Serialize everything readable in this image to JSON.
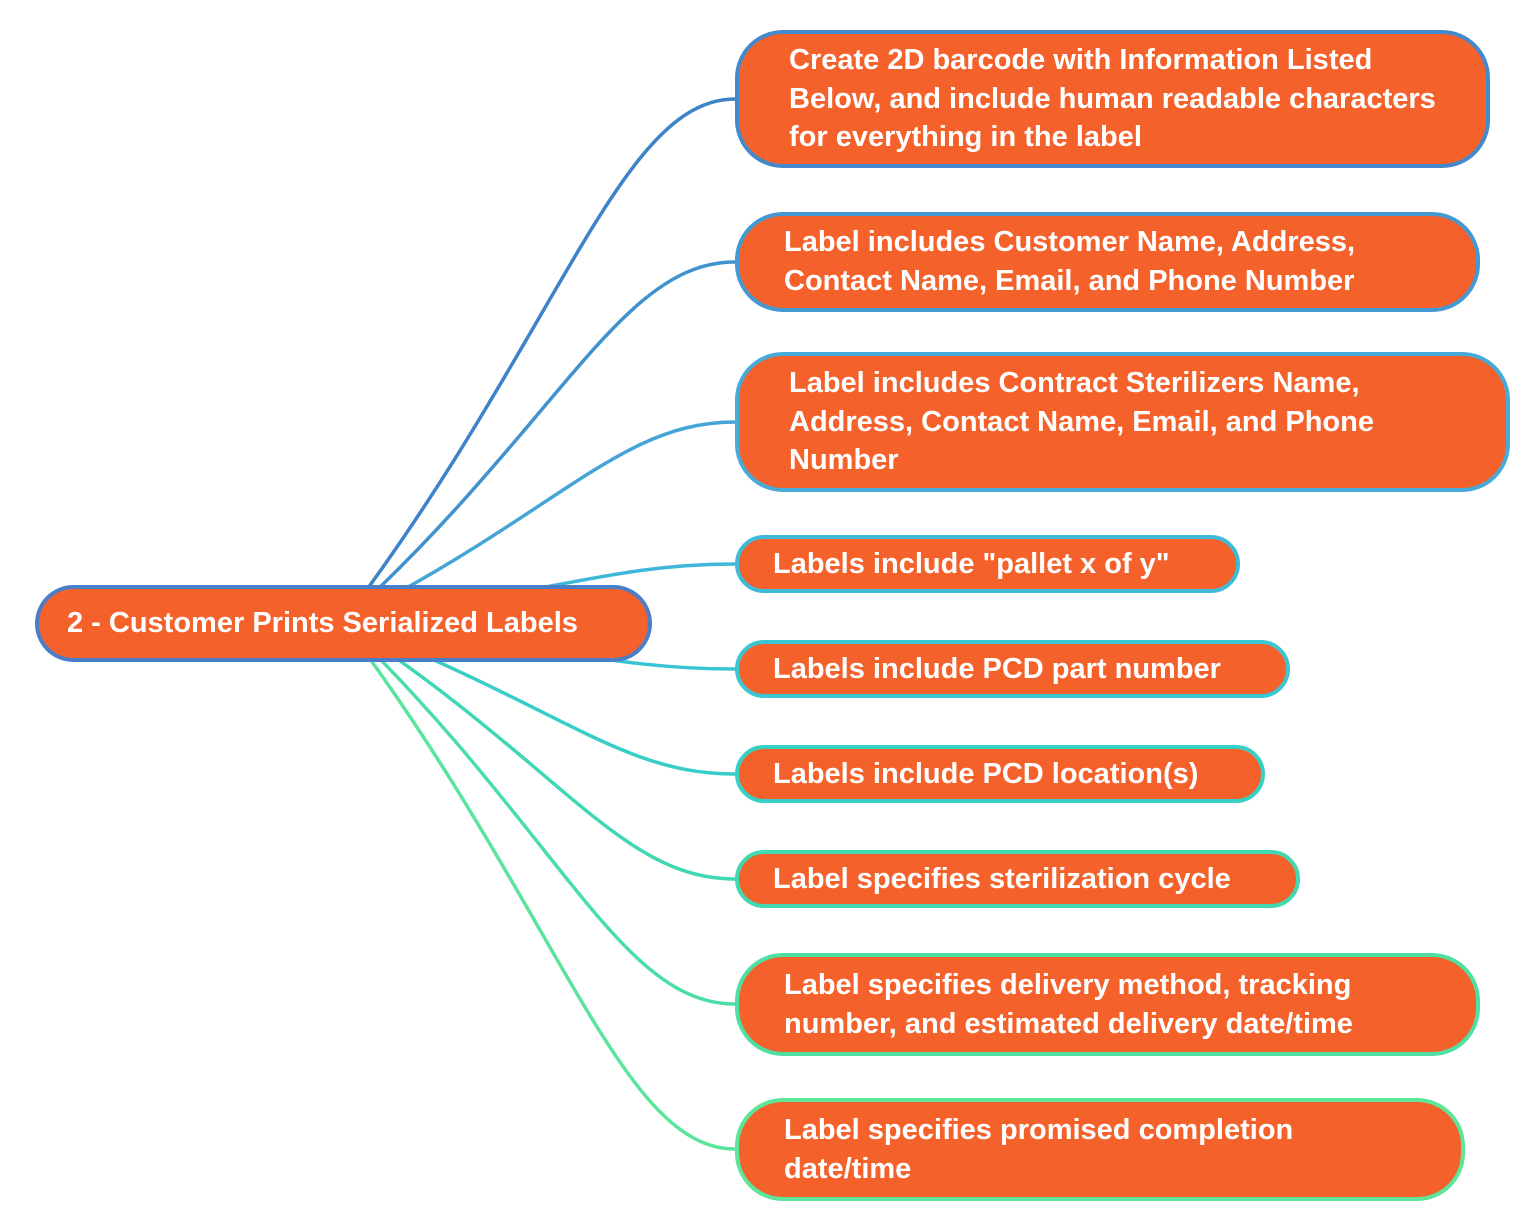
{
  "diagram": {
    "background": "#FFFFFF",
    "node_fill": "#F4612B",
    "text_color": "#FFFFFF",
    "root": {
      "label": "2 - Customer Prints Serialized Labels",
      "border_color": "#4A7EC8"
    },
    "nodes": [
      {
        "label": "Create 2D barcode with Information Listed Below, and include human readable characters for everything in the label",
        "border_color": "#4489CC"
      },
      {
        "label": "Label includes Customer Name, Address, Contact Name, Email, and Phone Number",
        "border_color": "#4599D2"
      },
      {
        "label": "Label includes Contract Sterilizers Name, Address, Contact Name, Email, and Phone Number",
        "border_color": "#47AAD8"
      },
      {
        "label": "Labels include \"pallet x of y\"",
        "border_color": "#3FBAD9"
      },
      {
        "label": "Labels include PCD part number",
        "border_color": "#3AC6D3"
      },
      {
        "label": "Labels include PCD location(s)",
        "border_color": "#37D0C5"
      },
      {
        "label": "Label specifies sterilization cycle",
        "border_color": "#41D8B2"
      },
      {
        "label": "Label specifies delivery method, tracking number, and estimated delivery date/time",
        "border_color": "#4FDFA3"
      },
      {
        "label": "Label specifies promised completion date/time",
        "border_color": "#5DE59A"
      }
    ],
    "link_colors": [
      "#3E82C8",
      "#4193CF",
      "#44A5D6",
      "#3EB7D8",
      "#39C4D4",
      "#36CEC6",
      "#3FD7B4",
      "#4CDEA6",
      "#5BE49B"
    ]
  }
}
